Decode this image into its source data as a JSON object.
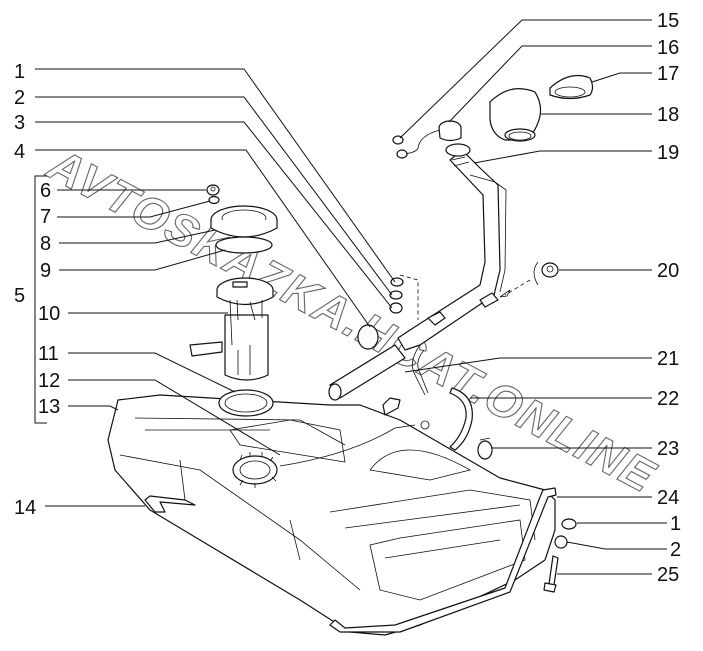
{
  "diagram": {
    "title": "Fuel tank assembly exploded view",
    "watermark": "AVTOSKAZKA.HCAT.ONLINE",
    "callouts_left": [
      {
        "id": "1",
        "label": "1"
      },
      {
        "id": "2",
        "label": "2"
      },
      {
        "id": "3",
        "label": "3"
      },
      {
        "id": "4",
        "label": "4"
      },
      {
        "id": "5",
        "label": "5"
      },
      {
        "id": "6",
        "label": "6"
      },
      {
        "id": "7",
        "label": "7"
      },
      {
        "id": "8",
        "label": "8"
      },
      {
        "id": "9",
        "label": "9"
      },
      {
        "id": "10",
        "label": "10"
      },
      {
        "id": "11",
        "label": "11"
      },
      {
        "id": "12",
        "label": "12"
      },
      {
        "id": "13",
        "label": "13"
      },
      {
        "id": "14",
        "label": "14"
      }
    ],
    "callouts_right": [
      {
        "id": "15",
        "label": "15"
      },
      {
        "id": "16",
        "label": "16"
      },
      {
        "id": "17",
        "label": "17"
      },
      {
        "id": "18",
        "label": "18"
      },
      {
        "id": "19",
        "label": "19"
      },
      {
        "id": "20",
        "label": "20"
      },
      {
        "id": "21",
        "label": "21"
      },
      {
        "id": "22",
        "label": "22"
      },
      {
        "id": "23",
        "label": "23"
      },
      {
        "id": "24",
        "label": "24"
      },
      {
        "id": "1b",
        "label": "1"
      },
      {
        "id": "2b",
        "label": "2"
      },
      {
        "id": "25",
        "label": "25"
      }
    ],
    "colors": {
      "ink": "#111111",
      "background": "#ffffff",
      "watermark": "#666666"
    }
  }
}
